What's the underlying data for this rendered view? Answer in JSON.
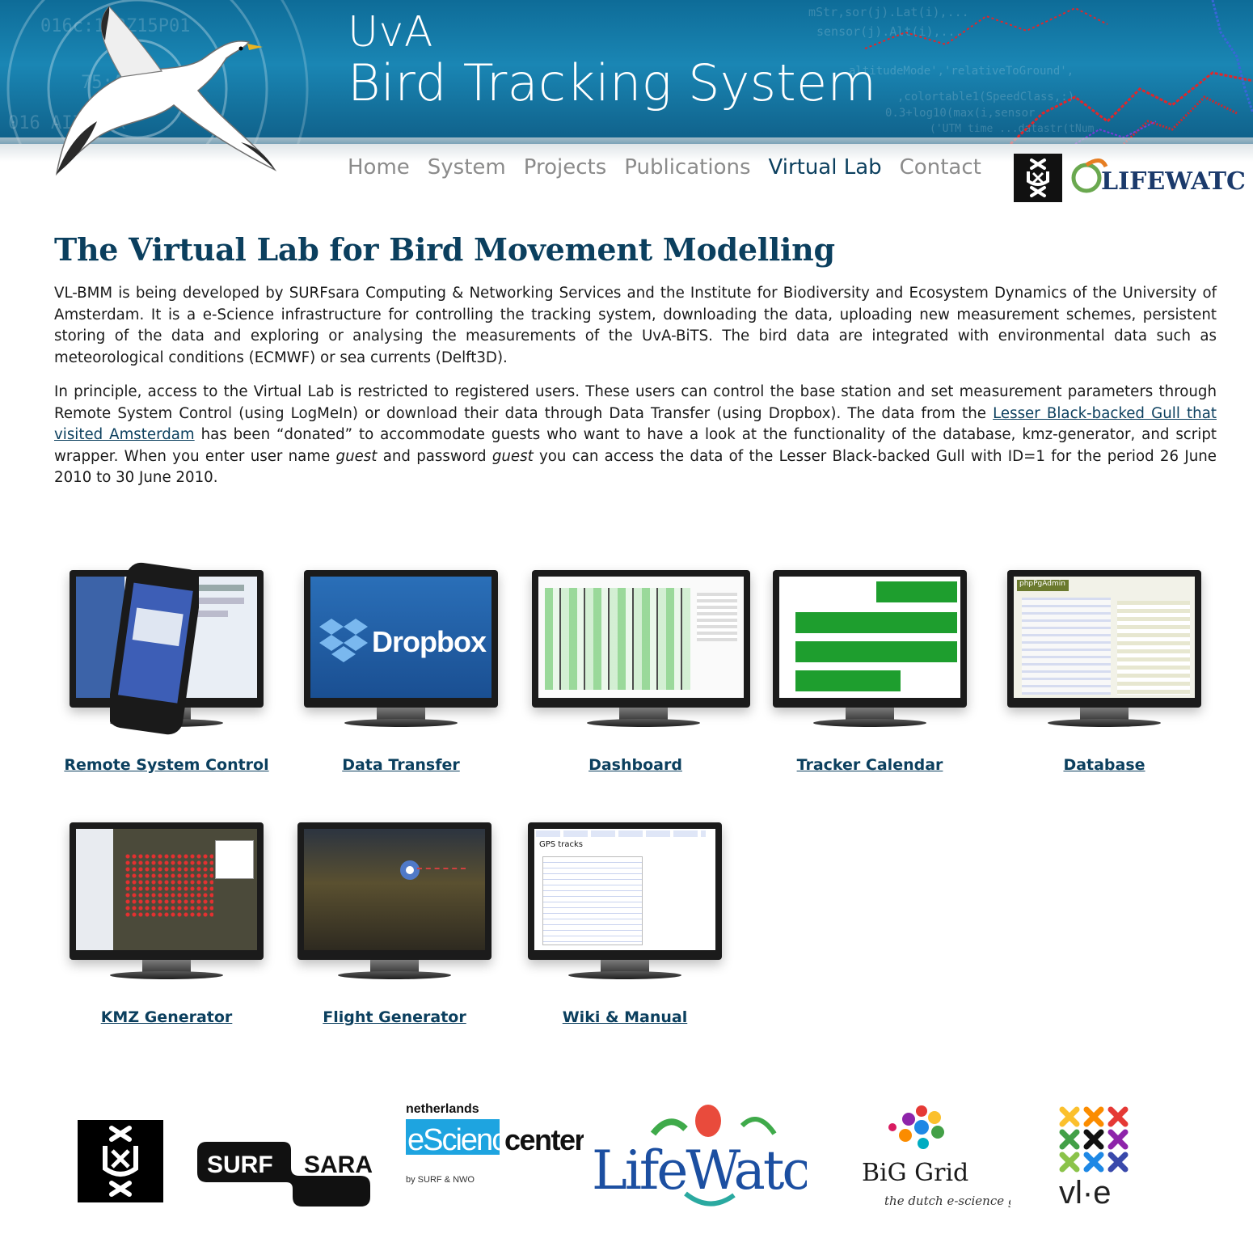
{
  "header": {
    "brand_line1": "UvA",
    "brand_line2": "Bird Tracking System",
    "code_fragments": [
      "016c:1Y2Z15P01",
      "75:A1Z12X10",
      "016 AIZ134x",
      "mStr,sor(j).Lat(i),...",
      "sensor(j).Alt(i),...",
      "altitudeMode','relativeToGround',",
      ",colortable1(SpeedClass,:)",
      "0.3+log10(max(i,sensor",
      "('UTM time ...datastr(tNum"
    ]
  },
  "nav": {
    "items": [
      {
        "label": "Home",
        "active": false
      },
      {
        "label": "System",
        "active": false
      },
      {
        "label": "Projects",
        "active": false
      },
      {
        "label": "Publications",
        "active": false
      },
      {
        "label": "Virtual Lab",
        "active": true
      },
      {
        "label": "Contact",
        "active": false
      }
    ],
    "lifewatch_logo_text": "LIFEWATCH"
  },
  "main": {
    "title": "The Virtual Lab for Bird Movement Modelling",
    "p1": "VL-BMM is being developed by SURFsara Computing & Networking Services and the Institute for Biodiversity and Ecosystem Dynamics of the University of Amsterdam. It is a e-Science infrastructure for controlling the tracking system, downloading the data, uploading new measurement schemes, persistent storing of the data and exploring or analysing the measurements of the UvA-BiTS.  The bird data are integrated with environmental data such as meteorological conditions (ECMWF) or sea currents (Delft3D).",
    "p2_a": "In principle, access to the Virtual Lab is restricted to registered users. These users can control the base station and set measurement parameters through Remote System Control (using LogMeIn) or download their data through Data Transfer (using Dropbox). The data from the ",
    "p2_link": "Lesser Black-backed Gull that visited Amsterdam",
    "p2_b": " has been “donated” to accommodate guests who want to have a look at the functionality of the database, kmz-generator, and script wrapper. When you enter user name ",
    "p2_user": "guest",
    "p2_c": " and password ",
    "p2_pass": "guest",
    "p2_d": " you can access the data of the Lesser Black-backed Gull with ID=1 for the period 26 June 2010 to 30 June 2010."
  },
  "tools": [
    {
      "label": "Remote System Control"
    },
    {
      "label": "Data Transfer",
      "screen_text": "Dropbox"
    },
    {
      "label": "Dashboard"
    },
    {
      "label": "Tracker Calendar"
    },
    {
      "label": "Database",
      "screen_text": "phpPgAdmin"
    },
    {
      "label": "KMZ Generator"
    },
    {
      "label": "Flight Generator"
    },
    {
      "label": "Wiki & Manual",
      "screen_text": "GPS tracks"
    }
  ],
  "footer": {
    "surfsara_a": "SURF",
    "surfsara_b": "SARA",
    "escience_top": "netherlands",
    "escience_main": "eScience",
    "escience_center": "center",
    "escience_sub": "by SURF & NWO",
    "lifewatch": "LifeWatch",
    "biggrid_title": "BiG Grid",
    "biggrid_sub": "the dutch e-science grid",
    "vle": "vl·e"
  },
  "colors": {
    "nav_active": "#0b3f5e",
    "nav_inactive": "#8b8b8b",
    "link": "#0b3f5e",
    "header_blue": "#1a86b4"
  }
}
